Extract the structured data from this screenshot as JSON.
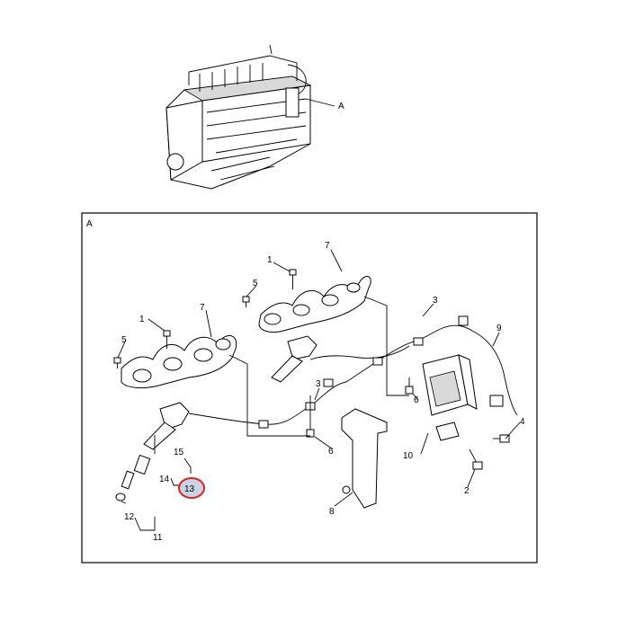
{
  "detail_callout": "A",
  "frame_label": "A",
  "callouts": {
    "c1": "1",
    "c2": "2",
    "c3a": "3",
    "c3b": "3",
    "c4": "4",
    "c5a": "5",
    "c5b": "5",
    "c6a": "6",
    "c6b": "6",
    "c7a": "7",
    "c7b": "7",
    "c8": "8",
    "c9": "9",
    "c10": "10",
    "c11": "11",
    "c12": "12",
    "c13": "13",
    "c14": "14",
    "c15": "15"
  },
  "highlight_color": "#e02020",
  "highlight_fill": "#c8d4e6"
}
